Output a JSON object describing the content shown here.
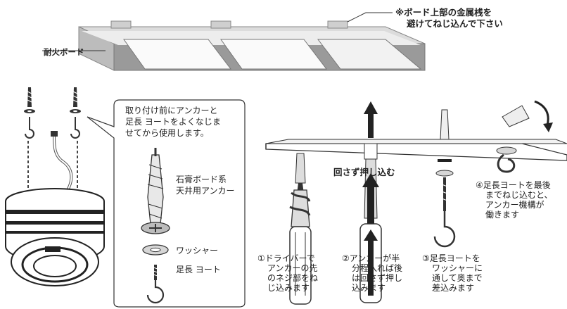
{
  "labels": {
    "top_note_line1": "※ボード上部の金属桟を",
    "top_note_line2": "避けてねじ込んで下さい",
    "board_label": "耐火ボード",
    "callout_line1": "取り付け前にアンカーと",
    "callout_line2": "足長 ヨートをよくなじま",
    "callout_line3": "せてから使用します。",
    "anchor_line1": "石膏ボード系",
    "anchor_line2": "天井用アンカー",
    "washer": "ワッシャー",
    "hook": "足長 ヨート",
    "push_text": "回さず押し込む"
  },
  "steps": [
    {
      "num": "①",
      "lines": [
        "ドライバーで",
        "アンカーの先",
        "のネジ部をね",
        "じ込みます"
      ]
    },
    {
      "num": "②",
      "lines": [
        "アンカーが半",
        "分程入れば後",
        "は回さず押し",
        "込みます"
      ]
    },
    {
      "num": "③",
      "lines": [
        "足長ヨートを",
        "ワッシャーに",
        "通して奥まで",
        "差込みます"
      ]
    },
    {
      "num": "④",
      "lines": [
        "足長ヨートを最後",
        "までねじ込むと、",
        "アンカー機構が",
        "働きます"
      ]
    }
  ],
  "colors": {
    "board_fill": "#ededed",
    "board_edge": "#9a9a9a",
    "ink": "#222222",
    "panel_light": "#f4f4f4"
  }
}
